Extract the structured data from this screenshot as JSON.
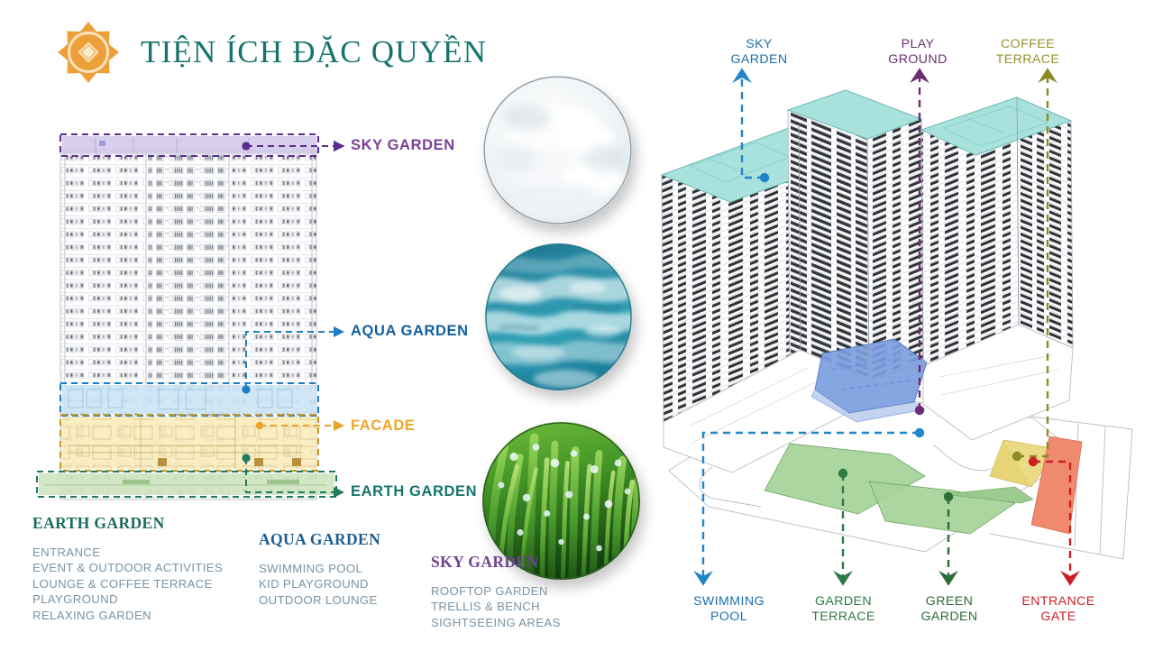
{
  "header": {
    "title": "TIỆN ÍCH ĐẶC QUYỀN",
    "logo_icon": "sun-star-logo-icon",
    "logo_color": "#EDA03A",
    "title_color": "#15756C"
  },
  "elevation_diagram": {
    "name": "building-elevation-diagram",
    "bands": [
      {
        "key": "sky",
        "label": "SKY GARDEN",
        "color": "#7B3F98",
        "fill": "#CFC4E8"
      },
      {
        "key": "aqua",
        "label": "AQUA GARDEN",
        "color": "#15609F",
        "fill": "#CCE4F5"
      },
      {
        "key": "facade",
        "label": "FACADE",
        "color": "#F1A52B",
        "fill": "#FAEDBE"
      },
      {
        "key": "earth",
        "label": "EARTH GARDEN",
        "color": "#15756C",
        "fill": "#CFE5C2"
      }
    ]
  },
  "photos": [
    {
      "name": "photo-sky-clouds",
      "alt": "sky-clouds-photo"
    },
    {
      "name": "photo-aqua-water",
      "alt": "ocean-water-photo"
    },
    {
      "name": "photo-earth-grass",
      "alt": "dewy-grass-photo"
    }
  ],
  "legend": [
    {
      "key": "earth",
      "heading": "EARTH GARDEN",
      "color": "#1B6B5E",
      "items": [
        "ENTRANCE",
        "EVENT & OUTDOOR ACTIVITIES",
        "LOUNGE & COFFEE TERRACE",
        "PLAYGROUND",
        "RELAXING GARDEN"
      ]
    },
    {
      "key": "aqua",
      "heading": "AQUA GARDEN",
      "color": "#1C5E92",
      "items": [
        "SWIMMING POOL",
        "KID PLAYGROUND",
        "OUTDOOR LOUNGE"
      ]
    },
    {
      "key": "sky",
      "heading": "SKY GARDEN",
      "color": "#6E4392",
      "items": [
        "ROOFTOP GARDEN",
        "TRELLIS & BENCH",
        "SIGHTSEEING AREAS"
      ]
    }
  ],
  "render_callouts": {
    "top": [
      {
        "key": "sky_garden",
        "line1": "SKY",
        "line2": "GARDEN",
        "color": "#1C6FA8"
      },
      {
        "key": "play_ground",
        "line1": "PLAY",
        "line2": "GROUND",
        "color": "#6B2E70"
      },
      {
        "key": "coffee",
        "line1": "COFFEE",
        "line2": "TERRACE",
        "color": "#97902A"
      }
    ],
    "bottom": [
      {
        "key": "swimming_pool",
        "line1": "SWIMMING",
        "line2": "POOL",
        "color": "#1C6FA8"
      },
      {
        "key": "garden_terrace",
        "line1": "GARDEN",
        "line2": "TERRACE",
        "color": "#2E7A46"
      },
      {
        "key": "green_garden",
        "line1": "GREEN",
        "line2": "GARDEN",
        "color": "#2E6B36"
      },
      {
        "key": "entrance_gate",
        "line1": "ENTRANCE",
        "line2": "GATE",
        "color": "#CC2027"
      }
    ]
  },
  "render_diagram": {
    "name": "isometric-building-render",
    "zones": [
      {
        "key": "rooftop",
        "color": "#A9E2DD"
      },
      {
        "key": "pool",
        "color": "#7C9FE0"
      },
      {
        "key": "garden",
        "color": "#A8D49A"
      },
      {
        "key": "terrace",
        "color": "#EBDB86"
      },
      {
        "key": "entrance",
        "color": "#F08A6E"
      }
    ]
  }
}
